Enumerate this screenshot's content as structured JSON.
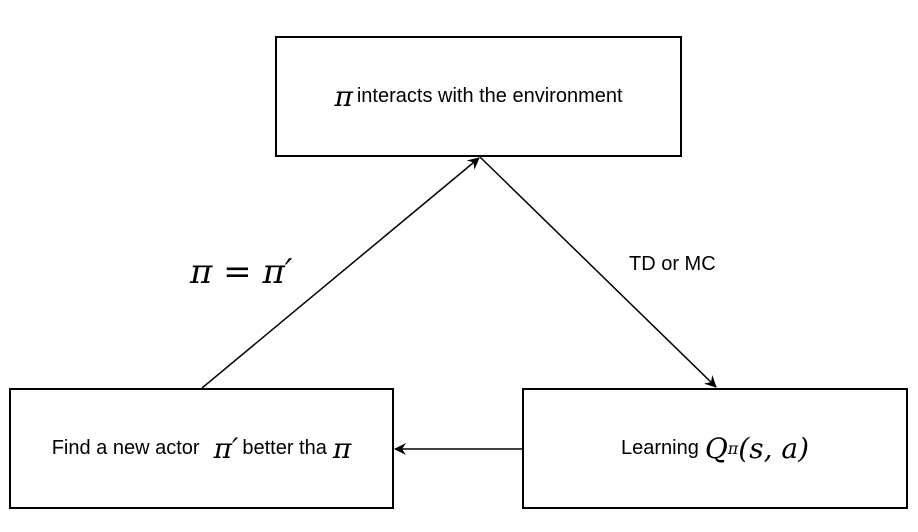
{
  "diagram": {
    "nodes": {
      "interact": {
        "symbol": "π",
        "text": "interacts with the environment"
      },
      "find_actor": {
        "text_before": "Find a new actor",
        "symbol": "π′",
        "text_after": "better tha",
        "symbol_end": "π"
      },
      "learning": {
        "text": "Learning",
        "q_symbol": "Q",
        "q_superscript": "π",
        "q_args": "(s, a)"
      }
    },
    "edges": {
      "evaluate_label": "TD or MC",
      "update_label": "π = π′"
    },
    "colors": {
      "stroke": "#000000",
      "fill": "#ffffff"
    }
  }
}
